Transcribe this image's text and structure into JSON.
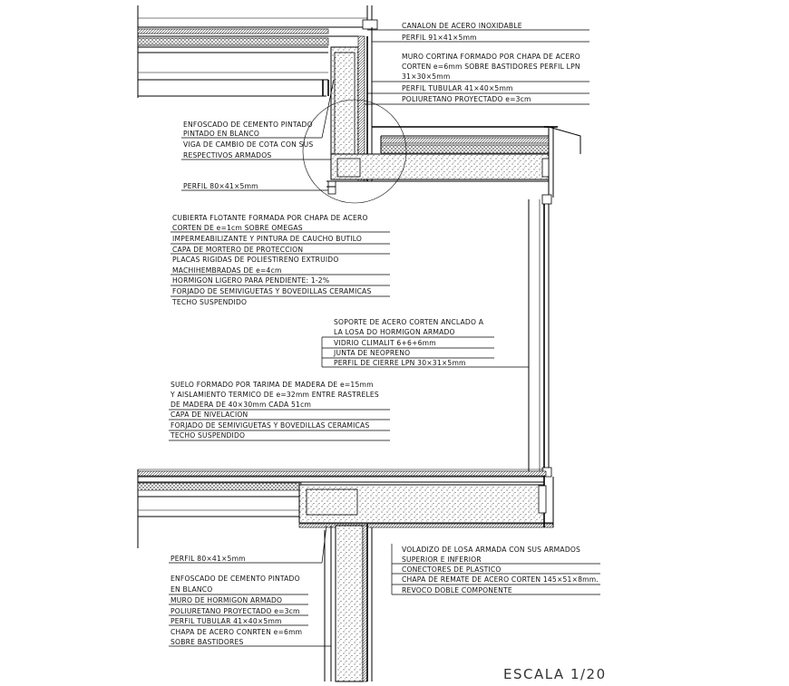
{
  "annotations": {
    "top_right": [
      "CANALON DE ACERO INOXIDABLE",
      "PERFIL 91×41×5mm",
      "MURO CORTINA FORMADO POR CHAPA DE ACERO",
      "CORTEN e=6mm SOBRE BASTIDORES PERFIL LPN",
      "31×30×5mm",
      "PERFIL TUBULAR 41×40×5mm",
      "POLIURETANO PROYECTADO e=3cm"
    ],
    "upper_left": [
      "ENFOSCADO DE CEMENTO PINTADO",
      "PINTADO EN BLANCO",
      "VIGA DE CAMBIO DE COTA CON SUS",
      "RESPECTIVOS ARMADOS",
      "PERFIL 80×41×5mm"
    ],
    "roof": [
      "CUBIERTA FLOTANTE FORMADA POR CHAPA DE ACERO",
      "CORTEN DE e=1cm SOBRE OMEGAS",
      "IMPERMEABILIZANTE Y PINTURA DE CAUCHO BUTILO",
      "CAPA DE MORTERO DE PROTECCION",
      "PLACAS RIGIDAS DE POLIESTIRENO EXTRUIDO",
      "MACHIHEMBRADAS DE e=4cm",
      "HORMIGON LIGERO PARA PENDIENTE: 1-2%",
      "FORJADO DE SEMIVIGUETAS Y BOVEDILLAS CERAMICAS",
      "TECHO SUSPENDIDO"
    ],
    "window": [
      "SOPORTE DE ACERO CORTEN ANCLADO A",
      "LA LOSA DO HORMIGON ARMADO",
      "VIDRIO CLIMALIT 6+6+6mm",
      "JUNTA DE NEOPRENO",
      "PERFIL DE CIERRE LPN 30×31×5mm"
    ],
    "floor": [
      "SUELO FORMADO POR TARIMA DE MADERA DE e=15mm",
      "Y AISLAMIENTO TERMICO DE e=32mm ENTRE RASTRELES",
      "DE MADERA DE 40×30mm CADA 51cm",
      "CAPA DE NIVELACION",
      "FORJADO DE SEMIVIGUETAS Y BOVEDILLAS CERAMICAS",
      "TECHO SUSPENDIDO"
    ],
    "lower_left": [
      "PERFIL 80×41×5mm",
      "ENFOSCADO DE CEMENTO PINTADO",
      "EN BLANCO",
      "MURO DE HORMIGON ARMADO",
      "POLIURETANO PROYECTADO e=3cm",
      "PERFIL TUBULAR 41×40×5mm",
      "CHAPA DE ACERO CONRTEN e=6mm",
      "SOBRE BASTIDORES"
    ],
    "lower_right": [
      "VOLADIZO DE LOSA ARMADA CON SUS ARMADOS",
      "SUPERIOR E INFERIOR",
      "CONECTORES DE PLASTICO",
      "CHAPA DE REMATE DE ACERO CORTEN 145×51×8mm.",
      "REVOCO DOBLE COMPONENTE"
    ]
  },
  "scale": "ESCALA 1/20"
}
